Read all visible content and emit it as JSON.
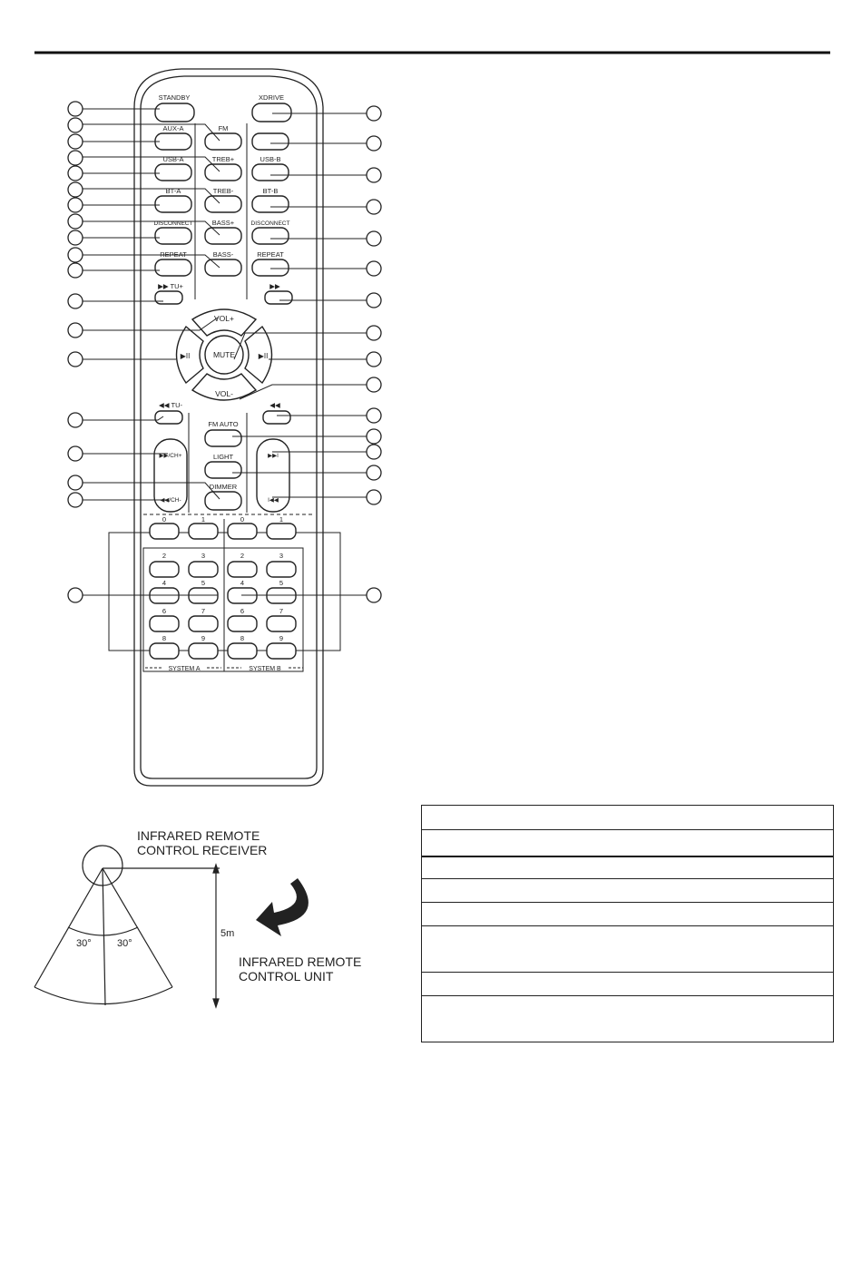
{
  "remote": {
    "standby": "STANDBY",
    "xdrive": "XDRIVE",
    "fm": "FM",
    "aux_a": "AUX-A",
    "treb_plus": "TREB+",
    "usb_a": "USB-A",
    "usb_b": "USB-B",
    "treb_minus": "TREB-",
    "bt_a": "BT-A",
    "bt_b": "BT-B",
    "bass_plus": "BASS+",
    "disconnect_a": "DISCONNECT",
    "disconnect_b": "DISCONNECT",
    "bass_minus": "BASS-",
    "repeat_a": "REPEAT",
    "repeat_b": "REPEAT",
    "tu_plus": "▶▶ TU+",
    "ff_b": "▶▶",
    "vol_plus": "VOL+",
    "play_a": "▶II",
    "mute": "MUTE",
    "play_b": "▶II",
    "vol_minus": "VOL-",
    "tu_minus": "◀◀ TU-",
    "rew_b": "◀◀",
    "fm_auto": "FM AUTO",
    "light": "LIGHT",
    "dimmer": "DIMMER",
    "ch_plus": "▶▶/CH+",
    "ch_minus": "◀◀/CH-",
    "next_b": "▶▶I",
    "prev_b": "I◀◀",
    "system_a": "SYSTEM A",
    "system_b": "SYSTEM B",
    "digits_a": [
      "0",
      "1",
      "2",
      "3",
      "4",
      "5",
      "6",
      "7",
      "8",
      "9"
    ],
    "digits_b": [
      "0",
      "1",
      "2",
      "3",
      "4",
      "5",
      "6",
      "7",
      "8",
      "9"
    ]
  },
  "diagram": {
    "receiver_label_line1": "INFRARED REMOTE",
    "receiver_label_line2": "CONTROL RECEIVER",
    "unit_label_line1": "INFRARED REMOTE",
    "unit_label_line2": "CONTROL UNIT",
    "angle_left": "30°",
    "angle_right": "30°",
    "distance": "5m"
  }
}
